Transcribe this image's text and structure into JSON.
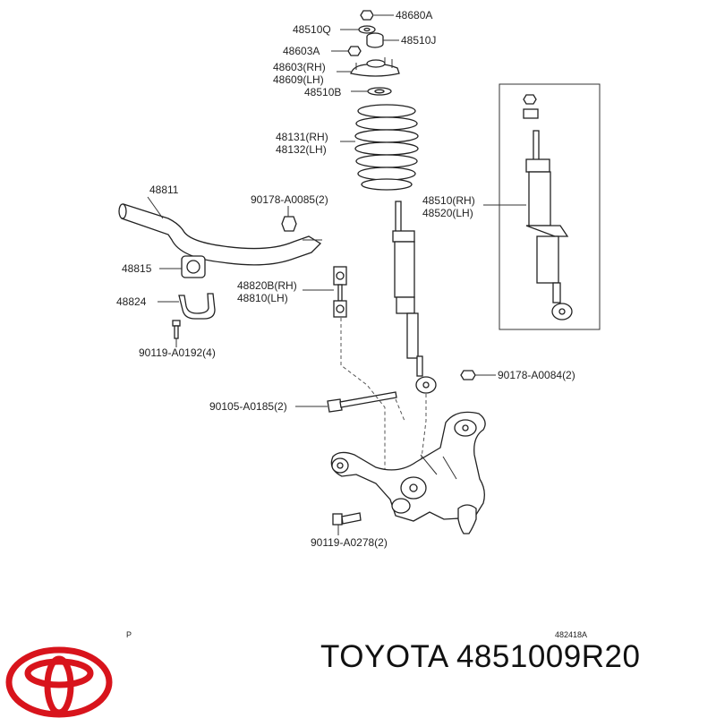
{
  "parts": {
    "p48680A": "48680A",
    "p48510Q": "48510Q",
    "p48510J": "48510J",
    "p48603A": "48603A",
    "p48603RH": "48603(RH)",
    "p48609LH": "48609(LH)",
    "p48510B": "48510B",
    "p48131RH": "48131(RH)",
    "p48132LH": "48132(LH)",
    "p48811": "48811",
    "p90178_0085": "90178-A0085(2)",
    "p48510RH": "48510(RH)",
    "p48520LH": "48520(LH)",
    "p48815": "48815",
    "p48820BRH": "48820B(RH)",
    "p48810LH": "48810(LH)",
    "p48824": "48824",
    "p90119_0192": "90119-A0192(4)",
    "p90178_0084": "90178-A0084(2)",
    "p90105_0185": "90105-A0185(2)",
    "p90119_0278": "90119-A0278(2)"
  },
  "footer": {
    "page_marker": "P",
    "drawing_code": "482418A",
    "brand_text": "TOYOTA 4851009R20"
  },
  "colors": {
    "logo": "#d8141c",
    "lines": "#333333"
  },
  "icons": {
    "logo": "toyota-logo-icon"
  }
}
